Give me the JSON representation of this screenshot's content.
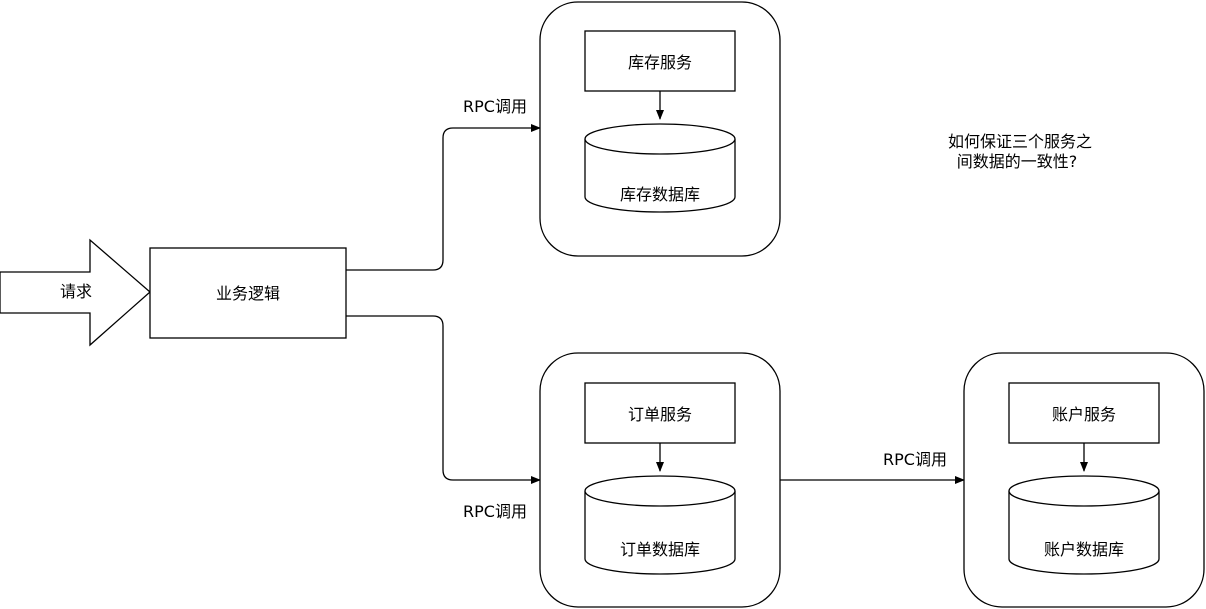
{
  "diagram": {
    "request": "请求",
    "business_logic": "业务逻辑",
    "inventory": {
      "service": "库存服务",
      "database": "库存数据库"
    },
    "order": {
      "service": "订单服务",
      "database": "订单数据库"
    },
    "account": {
      "service": "账户服务",
      "database": "账户数据库"
    },
    "edges": {
      "to_inventory": "RPC调用",
      "to_order": "RPC调用",
      "to_account": "RPC调用"
    },
    "question": {
      "line1": "如何保证三个服务之",
      "line2": "间数据的一致性?"
    }
  },
  "colors": {
    "stroke": "#000000",
    "fill": "#ffffff"
  }
}
